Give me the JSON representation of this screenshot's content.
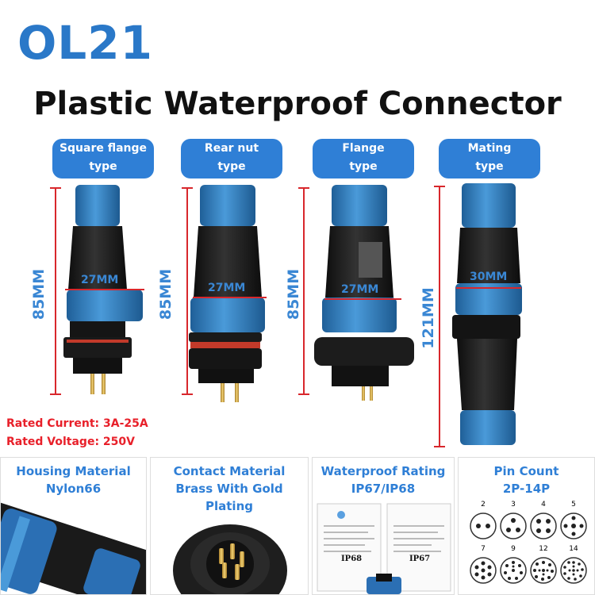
{
  "header": {
    "model": "OL21",
    "subtitle": "Plastic Waterproof Connector"
  },
  "types": [
    {
      "line1": "Square flange",
      "line2": "type",
      "length": "85MM",
      "diameter": "27MM"
    },
    {
      "line1": "Rear nut",
      "line2": "type",
      "length": "85MM",
      "diameter": "27MM"
    },
    {
      "line1": "Flange",
      "line2": "type",
      "length": "85MM",
      "diameter": "27MM"
    },
    {
      "line1": "Mating",
      "line2": "type",
      "length": "121MM",
      "diameter": "30MM"
    }
  ],
  "ratings": {
    "current": "Rated Current: 3A-25A",
    "voltage": "Rated Voltage: 250V"
  },
  "features": [
    {
      "title": "Housing Material",
      "value": "Nylon66"
    },
    {
      "title": "Contact Material",
      "value": "Brass With Gold Plating"
    },
    {
      "title": "Waterproof Rating",
      "value": "IP67/IP68",
      "doc1": "IP68",
      "doc2": "IP67"
    },
    {
      "title": "Pin Count",
      "value": "2P-14P",
      "pins": [
        "2",
        "3",
        "4",
        "5",
        "7",
        "9",
        "12",
        "14"
      ]
    }
  ],
  "colors": {
    "brand_blue": "#2f7fd6",
    "rating_red": "#e8202a",
    "connector_blue": "#3d88c9",
    "connector_black": "#1a1a1a"
  }
}
